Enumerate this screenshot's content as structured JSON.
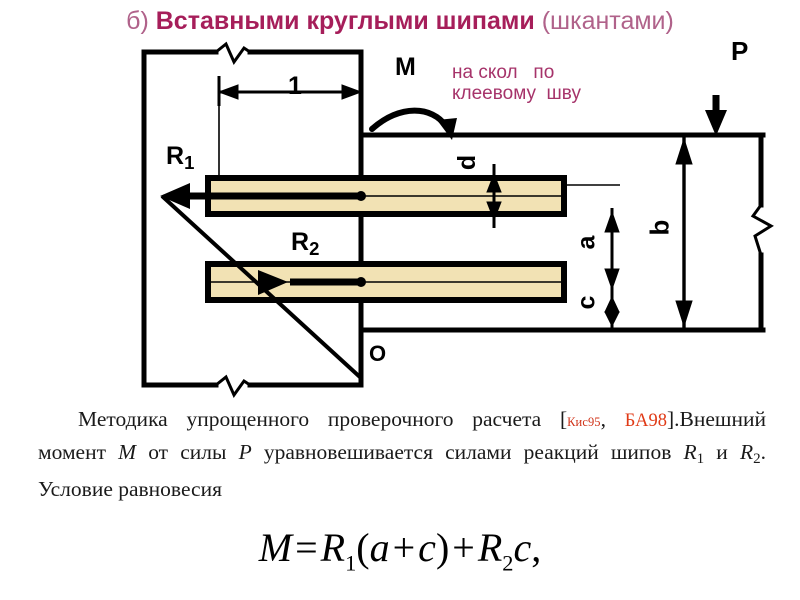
{
  "slide": {
    "title": {
      "prefix": "б) ",
      "main": "Вставными круглыми шипами",
      "suffix": " (шкантами)",
      "color_bold": "#a61e5a",
      "color_light": "#b0628a"
    },
    "annotation": {
      "line1": "на скол   по",
      "line2": "клеевому  шву",
      "color": "#a6336a"
    },
    "diagram": {
      "labels": {
        "length_1": "1",
        "moment_M": "M",
        "force_P": "P",
        "reaction_R1": "R",
        "reaction_R1_sub": "1",
        "reaction_R2": "R",
        "reaction_R2_sub": "2",
        "origin_O": "O",
        "dim_d": "d",
        "dim_a": "a",
        "dim_b": "b",
        "dim_c": "c"
      },
      "colors": {
        "dowel_fill": "#f2e2b4",
        "dowel_fill_light": "#f7ecce",
        "outline": "#000000"
      }
    },
    "body": {
      "text_1": "Методика упрощенного проверочного расчета ",
      "bracket_open": "[",
      "citation_1": "Кис95",
      "citation_sep": ", ",
      "citation_2": "БА98",
      "bracket_close": "].",
      "text_2a": "Внешний момент ",
      "var_M": "M",
      "text_2b": " от силы ",
      "var_P": "P",
      "text_2c": " уравновешивается силами реакций шипов ",
      "var_R1": "R",
      "var_R1_sub": "1",
      "text_2d": " и ",
      "var_R2": "R",
      "var_R2_sub": "2",
      "text_2e": ". Условие равновесия"
    },
    "formula": {
      "lhs": "M",
      "equals": "=",
      "r1": "R",
      "r1_sub": "1",
      "paren_open": "(",
      "a": "a",
      "plus1": "+",
      "c1": "c",
      "paren_close": ")",
      "plus2": "+",
      "r2": "R",
      "r2_sub": "2",
      "c2": "c",
      "comma": ","
    }
  }
}
